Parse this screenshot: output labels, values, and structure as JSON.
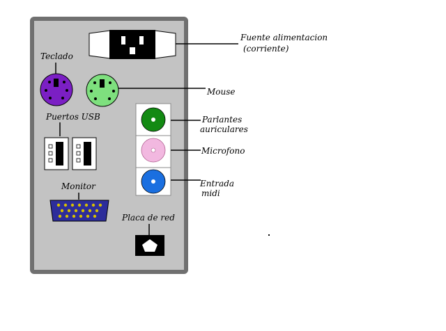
{
  "labels": {
    "power": "Fuente alimentacion",
    "power_sub": "(corriente)",
    "keyboard": "Teclado",
    "mouse": "Mouse",
    "usb": "Puertos USB",
    "speakers": "Parlantes",
    "speakers_sub": "auriculares",
    "microphone": "Microfono",
    "midi": "Entrada",
    "midi_sub": "midi",
    "monitor": "Monitor",
    "network": "Placa de red"
  },
  "colors": {
    "panel": "#c3c3c3",
    "panel_border": "#707070",
    "keyboard_port": "#7b1fc4",
    "mouse_port": "#7ee07e",
    "speakers_jack": "#138a13",
    "microphone_jack": "#f2b8e0",
    "midi_jack": "#1a6fe0",
    "vga_port": "#2d2d9a",
    "vga_pins": "#d8c000"
  }
}
